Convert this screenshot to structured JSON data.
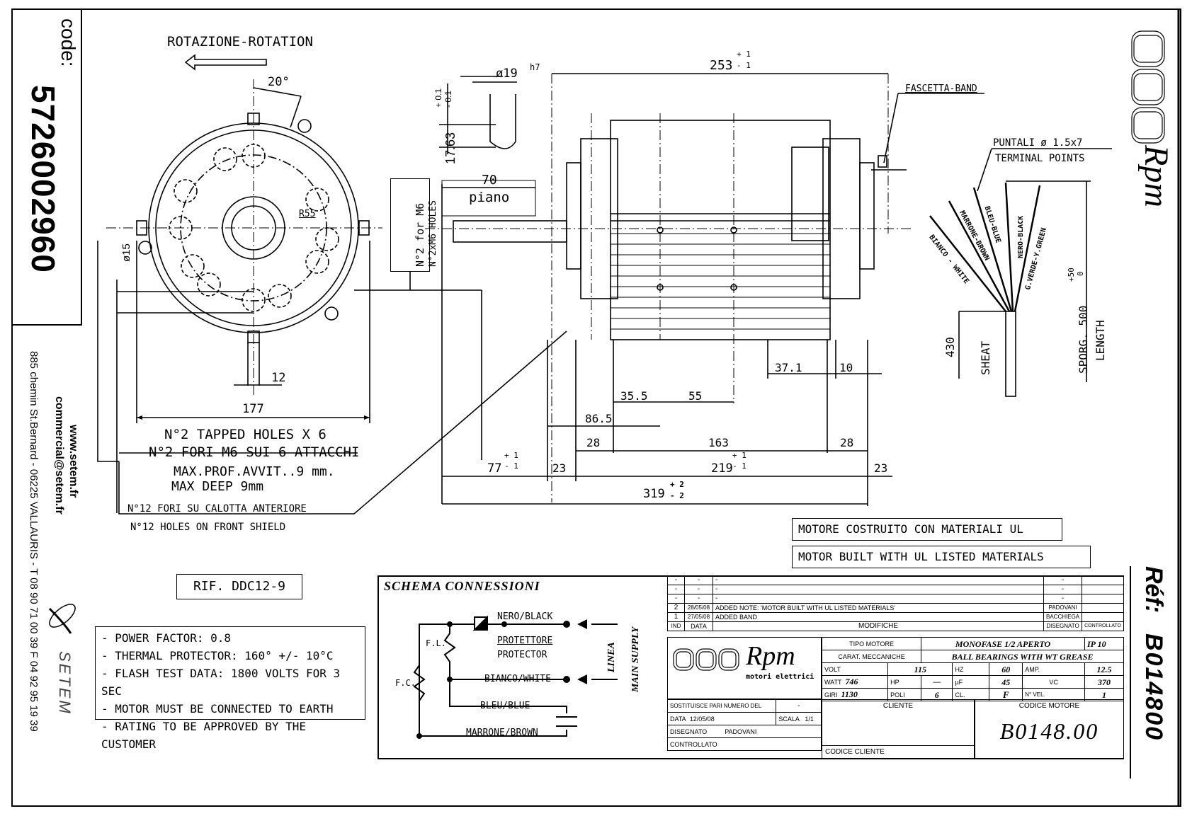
{
  "sidebar": {
    "code_label": "code:",
    "code_value": "5726002960",
    "website": "www.setem.fr",
    "email": "commercial@setem.fr",
    "address": "885 chemin St.Bernard  -  06225 VALLAURIS  -  T 08 90 71 00 39   F 04 92 95 19 39",
    "company": "SETEM"
  },
  "right_strip": {
    "brand": "Rpm",
    "ref_label": "Réf:",
    "ref_value": "B014800"
  },
  "front_view": {
    "rotation_label": "ROTAZIONE-ROTATION",
    "angle": "20°",
    "radius": "R55",
    "hole_dia": "ø15",
    "dim_12": "12",
    "dim_177": "177",
    "m6_box_line1": "N°2 for M6",
    "m6_box_line2": "N°2xM6 HOLES",
    "tapped_line1": "N°2 TAPPED HOLES X 6",
    "tapped_line2": "N°2 FORI M6 SUI 6 ATTACCHI",
    "depth_line1": "MAX.PROF.AVVIT..9 mm.",
    "depth_line2": "MAX DEEP 9mm",
    "front_holes_it": "N°12 FORI SU CALOTTA ANTERIORE",
    "front_holes_en": "N°12 HOLES ON FRONT SHIELD"
  },
  "shaft": {
    "dia": "ø19",
    "tol": "h7",
    "flat": "17.63",
    "flat_tol_plus": "+ 0.1",
    "flat_tol_minus": "- 0.1",
    "len": "70",
    "plano": "piano"
  },
  "side_view": {
    "overall_top": "253",
    "overall_top_tol_p": "+ 1",
    "overall_top_tol_m": "- 1",
    "band_label": "FASCETTA-BAND",
    "terminal_it": "PUNTALI ø 1.5x7",
    "terminal_en": "TERMINAL POINTS",
    "dims": {
      "d37_1": "37.1",
      "d10": "10",
      "d35_5": "35.5",
      "d55": "55",
      "d86_5": "86.5",
      "d28a": "28",
      "d163": "163",
      "d28b": "28",
      "d77": "77",
      "d77_tp": "+ 1",
      "d77_tm": "- 1",
      "d23a": "23",
      "d219": "219",
      "d219_tp": "+ 1",
      "d219_tm": "- 1",
      "d23b": "23",
      "d319": "319",
      "d319_tp": "+ 2",
      "d319_tm": "- 2"
    }
  },
  "leads": {
    "wires": [
      "BIANCO - WHITE",
      "MARRONE-BROWN",
      "BLEU-BLUE",
      "NERO-BLACK",
      "G.VERDE-Y.GREEN"
    ],
    "sheath_label": "SHEAT",
    "sheath_len": "430",
    "length_label": "SPORG. 500",
    "length_tol_p": "+50",
    "length_tol_m": "0",
    "length_en": "LENGTH"
  },
  "ul_notes": {
    "it": "MOTORE COSTRUITO CON MATERIALI UL",
    "en": "MOTOR BUILT WITH UL LISTED MATERIALS"
  },
  "rif": "RIF. DDC12-9",
  "notes": [
    "- POWER FACTOR: 0.8",
    "- THERMAL PROTECTOR: 160° +/- 10°C",
    "- FLASH TEST DATA: 1800 VOLTS FOR 3 SEC",
    "- MOTOR MUST BE CONNECTED TO EARTH",
    "- RATING TO BE APPROVED BY THE CUSTOMER"
  ],
  "schema": {
    "title": "SCHEMA CONNESSIONI",
    "black": "NERO/BLACK",
    "protector_it": "PROTETTORE",
    "protector_en": "PROTECTOR",
    "white": "BIANCO/WHITE",
    "blue": "BLEU/BLUE",
    "brown": "MARRONE/BROWN",
    "fl": "F.L.",
    "fc": "F.C.",
    "linea": "LINEA",
    "main_supply": "MAIN SUPPLY"
  },
  "revisions": {
    "rows": [
      {
        "ind": "-",
        "date": "-",
        "desc": "-",
        "drawn": "-",
        "checked": ""
      },
      {
        "ind": "-",
        "date": "-",
        "desc": "-",
        "drawn": "-",
        "checked": ""
      },
      {
        "ind": "-",
        "date": "-",
        "desc": "-",
        "drawn": "-",
        "checked": ""
      },
      {
        "ind": "2",
        "date": "28/05/08",
        "desc": "ADDED NOTE: 'MOTOR BUILT WITH UL LISTED MATERIALS'",
        "drawn": "PADOVANI",
        "checked": ""
      },
      {
        "ind": "1",
        "date": "27/05/08",
        "desc": "ADDED BAND",
        "drawn": "BACCHIEGA",
        "checked": ""
      }
    ],
    "headers": {
      "ind": "IND",
      "date": "DATA",
      "desc": "MODIFICHE",
      "drawn": "DISEGNATO",
      "checked": "CONTROLLATO"
    }
  },
  "title_block": {
    "logo_brand": "Rpm",
    "logo_sub": "motori elettrici",
    "replaces_label": "SOSTITUISCE PARI NUMERO DEL",
    "replaces_value": "-",
    "date_label": "DATA",
    "date_value": "12/05/08",
    "scale_label": "SCALA",
    "scale_value": "1/1",
    "drawn_label": "DISEGNATO",
    "drawn_value": "PADOVANI",
    "checked_label": "CONTROLLATO",
    "motor_type_label": "TIPO MOTORE",
    "motor_type_value": "MONOFASE 1/2 APERTO",
    "ip": "IP 10",
    "mech_label": "CARAT. MECCANICHE",
    "mech_value": "BALL BEARINGS WITH WT GREASE",
    "volt_label": "VOLT",
    "volt_value": "115",
    "hz_label": "HZ",
    "hz_value": "60",
    "amp_label": "AMP.",
    "amp_value": "12.5",
    "watt_label": "WATT",
    "watt_value": "746",
    "hp_label": "HP",
    "hp_value": "—",
    "uf_label": "µF",
    "uf_value": "45",
    "vc_label": "VC",
    "vc_value": "370",
    "rpm_label": "GIRI",
    "rpm_value": "1130",
    "poles_label": "POLI",
    "poles_value": "6",
    "class_label": "CL.",
    "class_value": "F",
    "speeds_label": "N° VEL.",
    "speeds_value": "1",
    "client_label": "CLIENTE",
    "client_code_label": "CODICE CLIENTE",
    "motor_code_label": "CODICE MOTORE",
    "motor_code_value": "B0148.00"
  }
}
